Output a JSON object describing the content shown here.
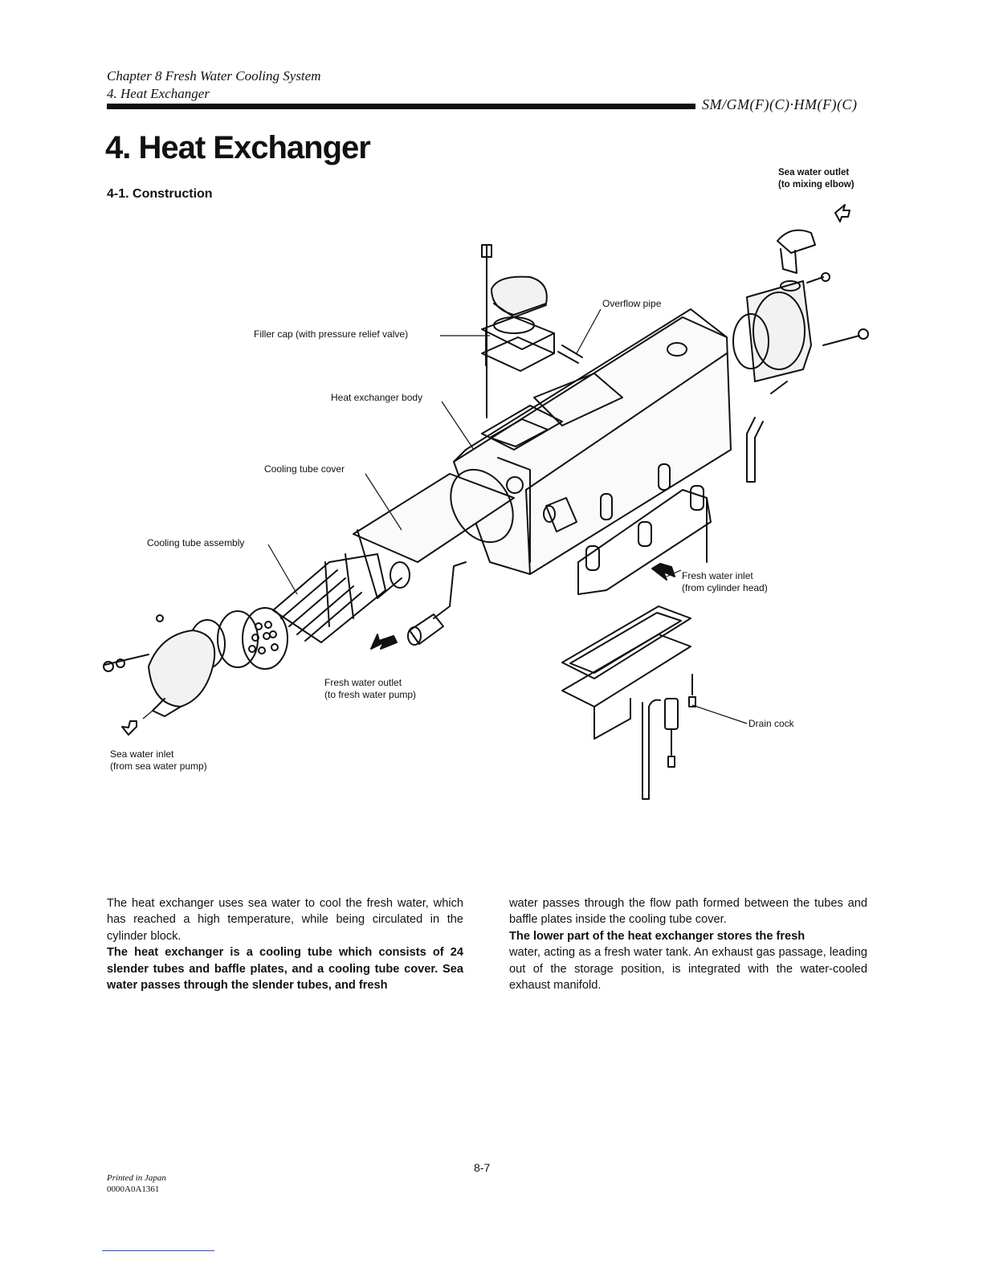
{
  "header": {
    "chapter": "Chapter 8 Fresh Water Cooling System",
    "section": "4. Heat Exchanger",
    "model": "SM/GM(F)(C)·HM(F)(C)"
  },
  "title": "4. Heat Exchanger",
  "subsection": "4-1. Construction",
  "diagram": {
    "labels": {
      "sea_water_outlet": [
        "Sea water outlet",
        "(to mixing elbow)"
      ],
      "overflow_pipe": "Overflow pipe",
      "filler_cap": "Filler cap (with pressure relief valve)",
      "heat_exchanger_body": "Heat exchanger body",
      "cooling_tube_cover": "Cooling tube cover",
      "cooling_tube_assembly": "Cooling tube assembly",
      "fresh_water_inlet": [
        "Fresh water inlet",
        "(from cylinder head)"
      ],
      "fresh_water_outlet": [
        "Fresh water outlet",
        "(to fresh water pump)"
      ],
      "drain_cock": "Drain cock",
      "sea_water_inlet": [
        "Sea water inlet",
        "(from sea water pump)"
      ]
    }
  },
  "body": {
    "col1": [
      {
        "text": "The heat exchanger uses sea water to cool the fresh water, which has reached a high temperature, while being circulated in the cylinder block.",
        "bold": false
      },
      {
        "text": "The heat exchanger is a cooling tube which consists of 24 slender tubes and baffle plates, and a cooling tube cover. Sea water passes through the slender tubes, and fresh",
        "bold": true
      }
    ],
    "col2": [
      {
        "text": "water passes through the flow path formed between the tubes and baffle plates inside the cooling tube cover.",
        "bold": false
      },
      {
        "text": "The lower part of the heat exchanger stores the fresh",
        "bold": true
      },
      {
        "text": "water, acting as a fresh water tank. An exhaust gas passage, leading out of the storage position, is integrated with the water-cooled exhaust manifold.",
        "bold": false
      }
    ]
  },
  "footer": {
    "printed": "Printed in Japan",
    "code": "0000A0A1361",
    "page": "8-7"
  }
}
